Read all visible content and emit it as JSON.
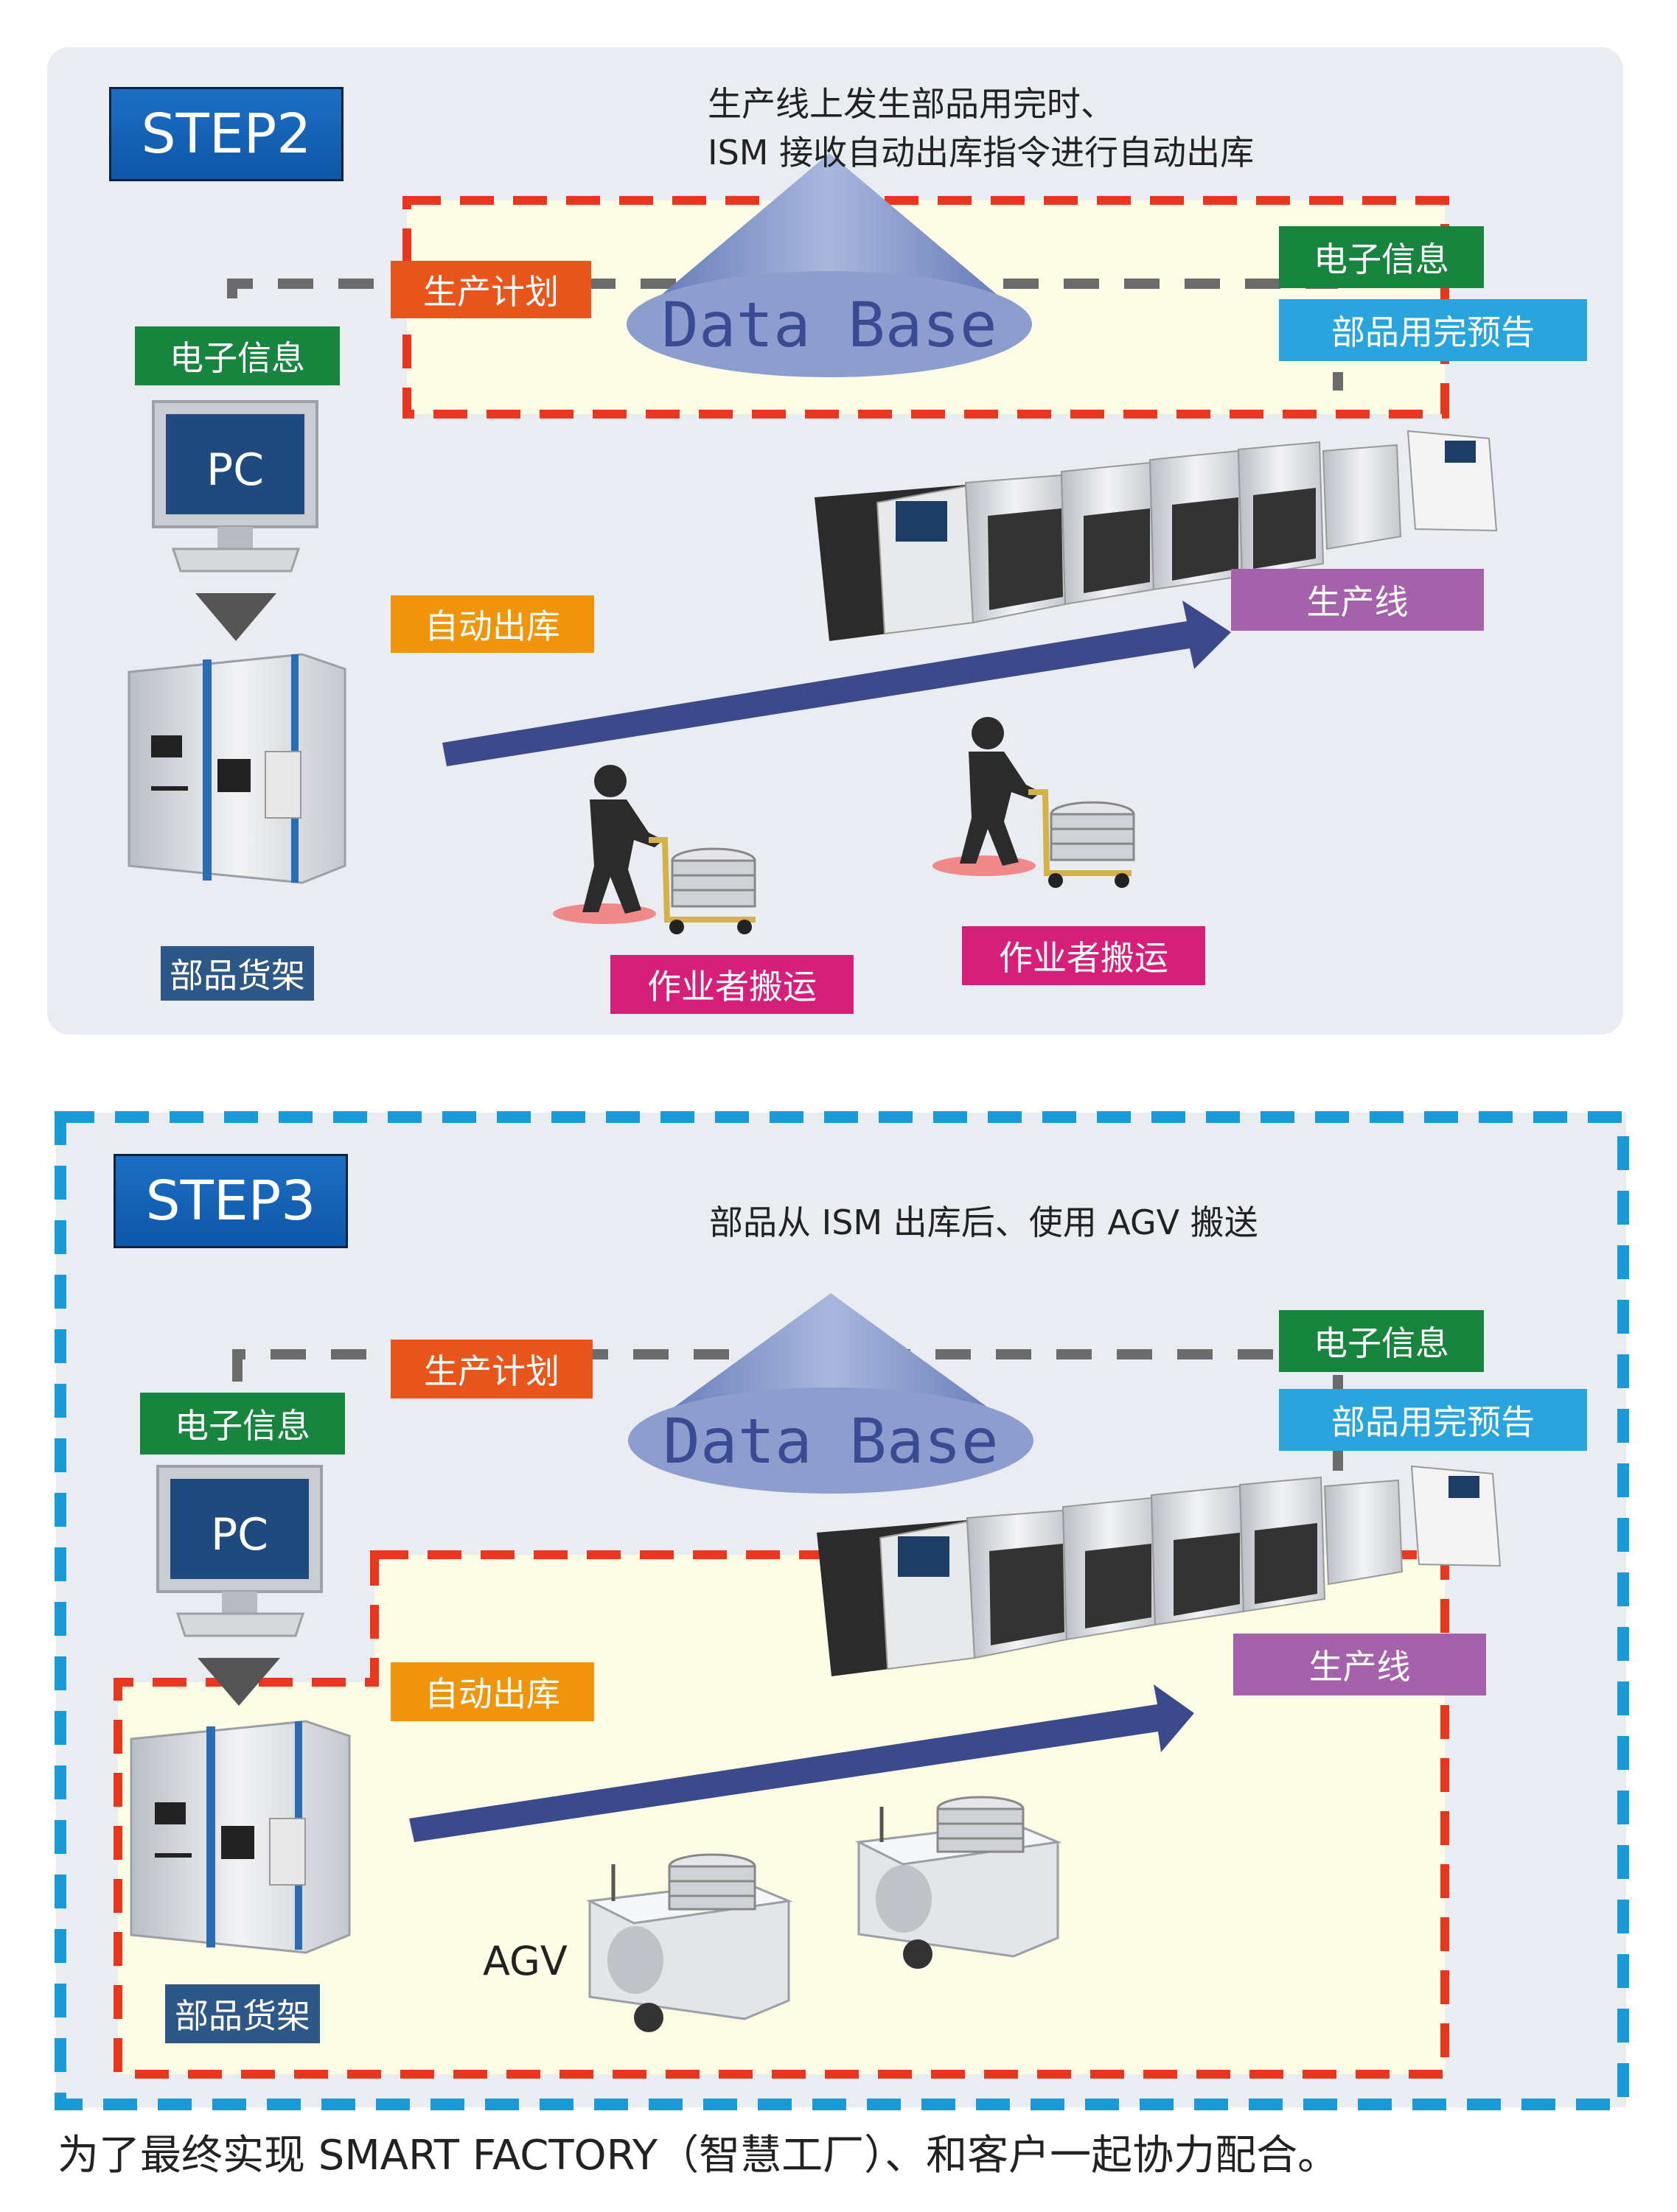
{
  "step2": {
    "badge": "STEP2",
    "caption_line1": "生产线上发生部品用完时、",
    "caption_line2": "ISM 接收自动出库指令进行自动出库",
    "database": "Data Base",
    "production_plan": "生产计划",
    "e_info_left": "电子信息",
    "e_info_right": "电子信息",
    "depletion_notice": "部品用完预告",
    "pc": "PC",
    "auto_outbound": "自动出库",
    "production_line": "生产线",
    "parts_rack": "部品货架",
    "worker_transport_1": "作业者搬运",
    "worker_transport_2": "作业者搬运"
  },
  "step3": {
    "badge": "STEP3",
    "caption": "部品从 ISM 出库后、使用 AGV 搬送",
    "database": "Data Base",
    "production_plan": "生产计划",
    "e_info_left": "电子信息",
    "e_info_right": "电子信息",
    "depletion_notice": "部品用完预告",
    "pc": "PC",
    "auto_outbound": "自动出库",
    "production_line": "生产线",
    "parts_rack": "部品货架",
    "agv": "AGV"
  },
  "footer": "为了最终实现 SMART FACTORY（智慧工厂）、和客户一起协力配合。",
  "colors": {
    "panel_bg": "#e9ecf1",
    "dashed_red": "#e8361f",
    "dashed_cyan": "#1a9ad6",
    "dashed_gray": "#6b6b6b",
    "arrow_navy": "#3c4a8c",
    "highlight_yellow": "#fcfbe3"
  }
}
